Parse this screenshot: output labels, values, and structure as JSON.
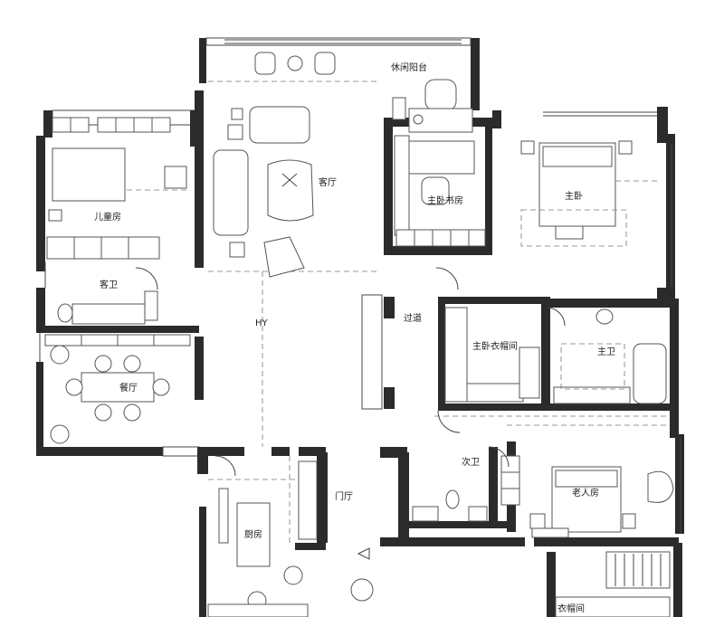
{
  "rooms": {
    "leisure_balcony": "休闲阳台",
    "living_room": "客厅",
    "master_study": "主卧书房",
    "master_bedroom": "主卧",
    "children_room": "儿童房",
    "guest_bath": "客卫",
    "corridor": "过道",
    "master_closet": "主卧衣帽间",
    "master_bath": "主卫",
    "dining_room": "餐厅",
    "second_bath": "次卫",
    "elder_room": "老人房",
    "foyer": "门厅",
    "kitchen": "厨房",
    "cloakroom": "衣帽间"
  },
  "colors": {
    "wall": "#2b2b2b",
    "line": "#444444",
    "background": "#ffffff"
  }
}
